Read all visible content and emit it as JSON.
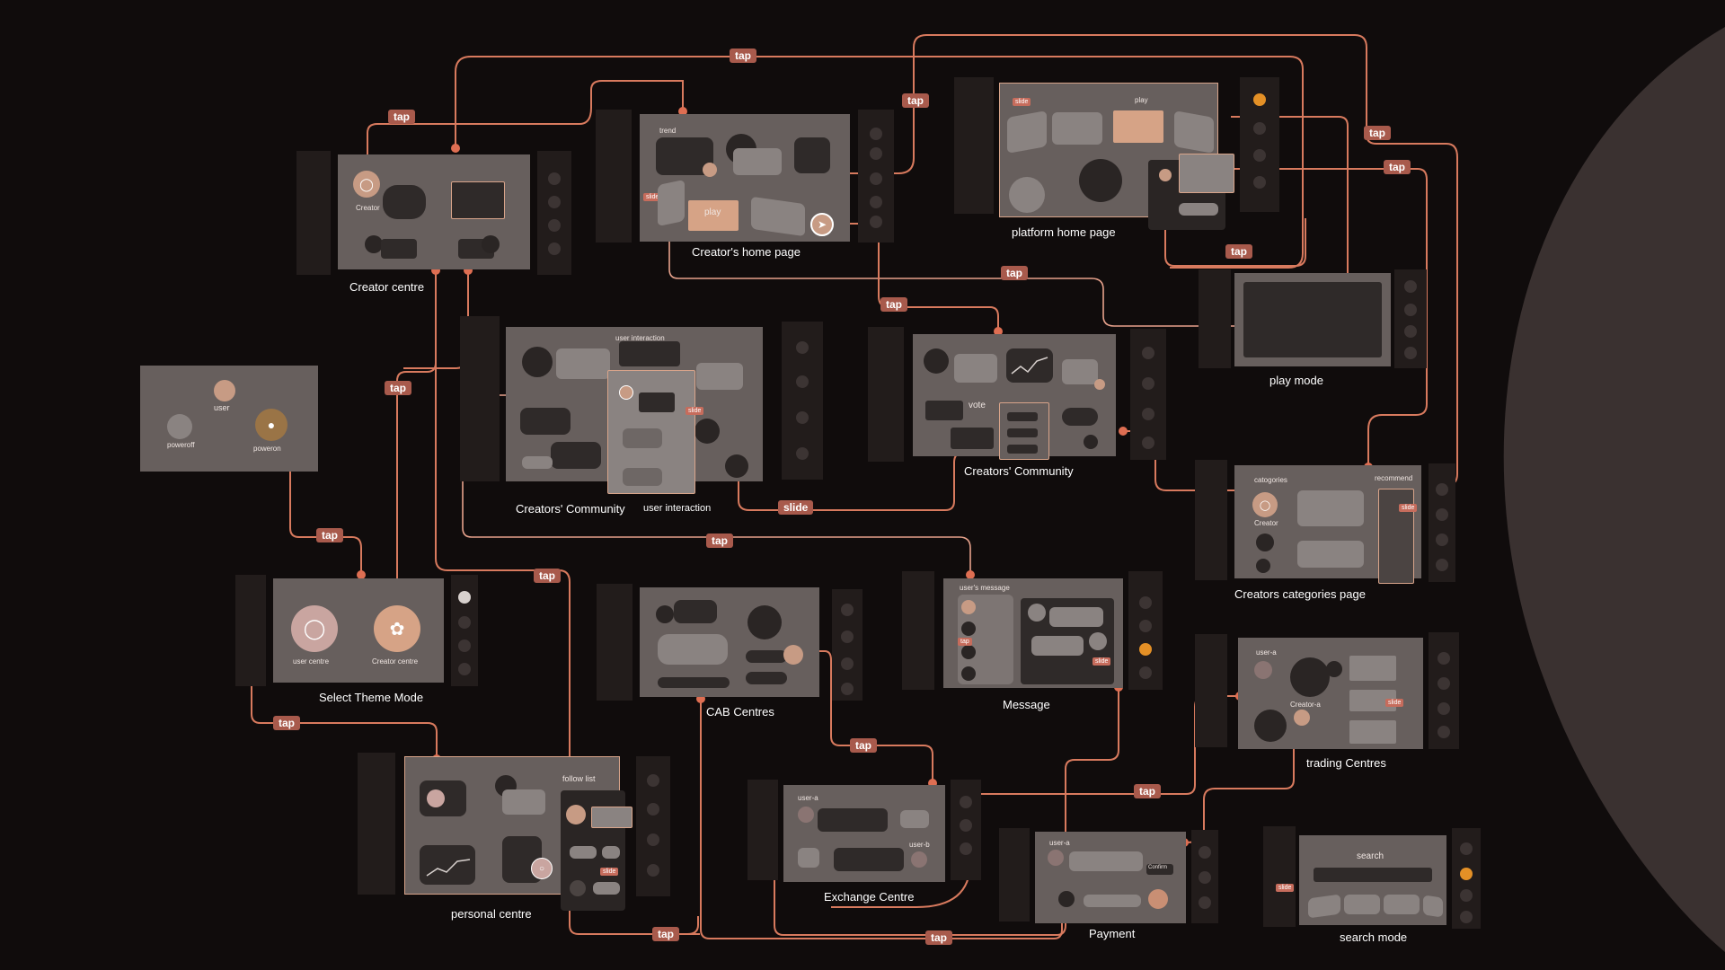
{
  "tags": {
    "tap": "tap",
    "slide": "slide"
  },
  "screens": {
    "creator_centre": {
      "title": "Creator centre",
      "avatar_label": "Creator"
    },
    "creators_home": {
      "title": "Creator's home page",
      "trend": "trend",
      "play": "play"
    },
    "platform_home": {
      "title": "platform home page",
      "play": "play"
    },
    "play_mode": {
      "title": "play mode"
    },
    "power": {
      "user": "user",
      "poweroff": "poweroff",
      "poweron": "poweron"
    },
    "community_left": {
      "title": "Creators' Community",
      "title2": "user interaction",
      "user_interaction": "user interaction"
    },
    "community_right": {
      "title": "Creators' Community",
      "vote": "vote"
    },
    "categories": {
      "title": "Creators categories page",
      "categories": "catogories",
      "recommend": "recommend",
      "creator": "Creator"
    },
    "select_theme": {
      "title": "Select Theme Mode",
      "user_centre": "user centre",
      "creator_centre": "Creator centre"
    },
    "cab": {
      "title": "CAB   Centres"
    },
    "message": {
      "title": "Message",
      "users_message": "user's message"
    },
    "trading": {
      "title": "trading Centres",
      "user_a": "user-a",
      "creator_a": "Creator-a"
    },
    "personal": {
      "title": "personal centre",
      "follow_list": "follow list"
    },
    "exchange": {
      "title": "Exchange Centre",
      "user_a": "user-a",
      "user_b": "user-b"
    },
    "payment": {
      "title": "Payment",
      "user_a": "user-a",
      "confirm": "Confirm"
    },
    "search": {
      "title": "search mode",
      "search": "search"
    }
  }
}
